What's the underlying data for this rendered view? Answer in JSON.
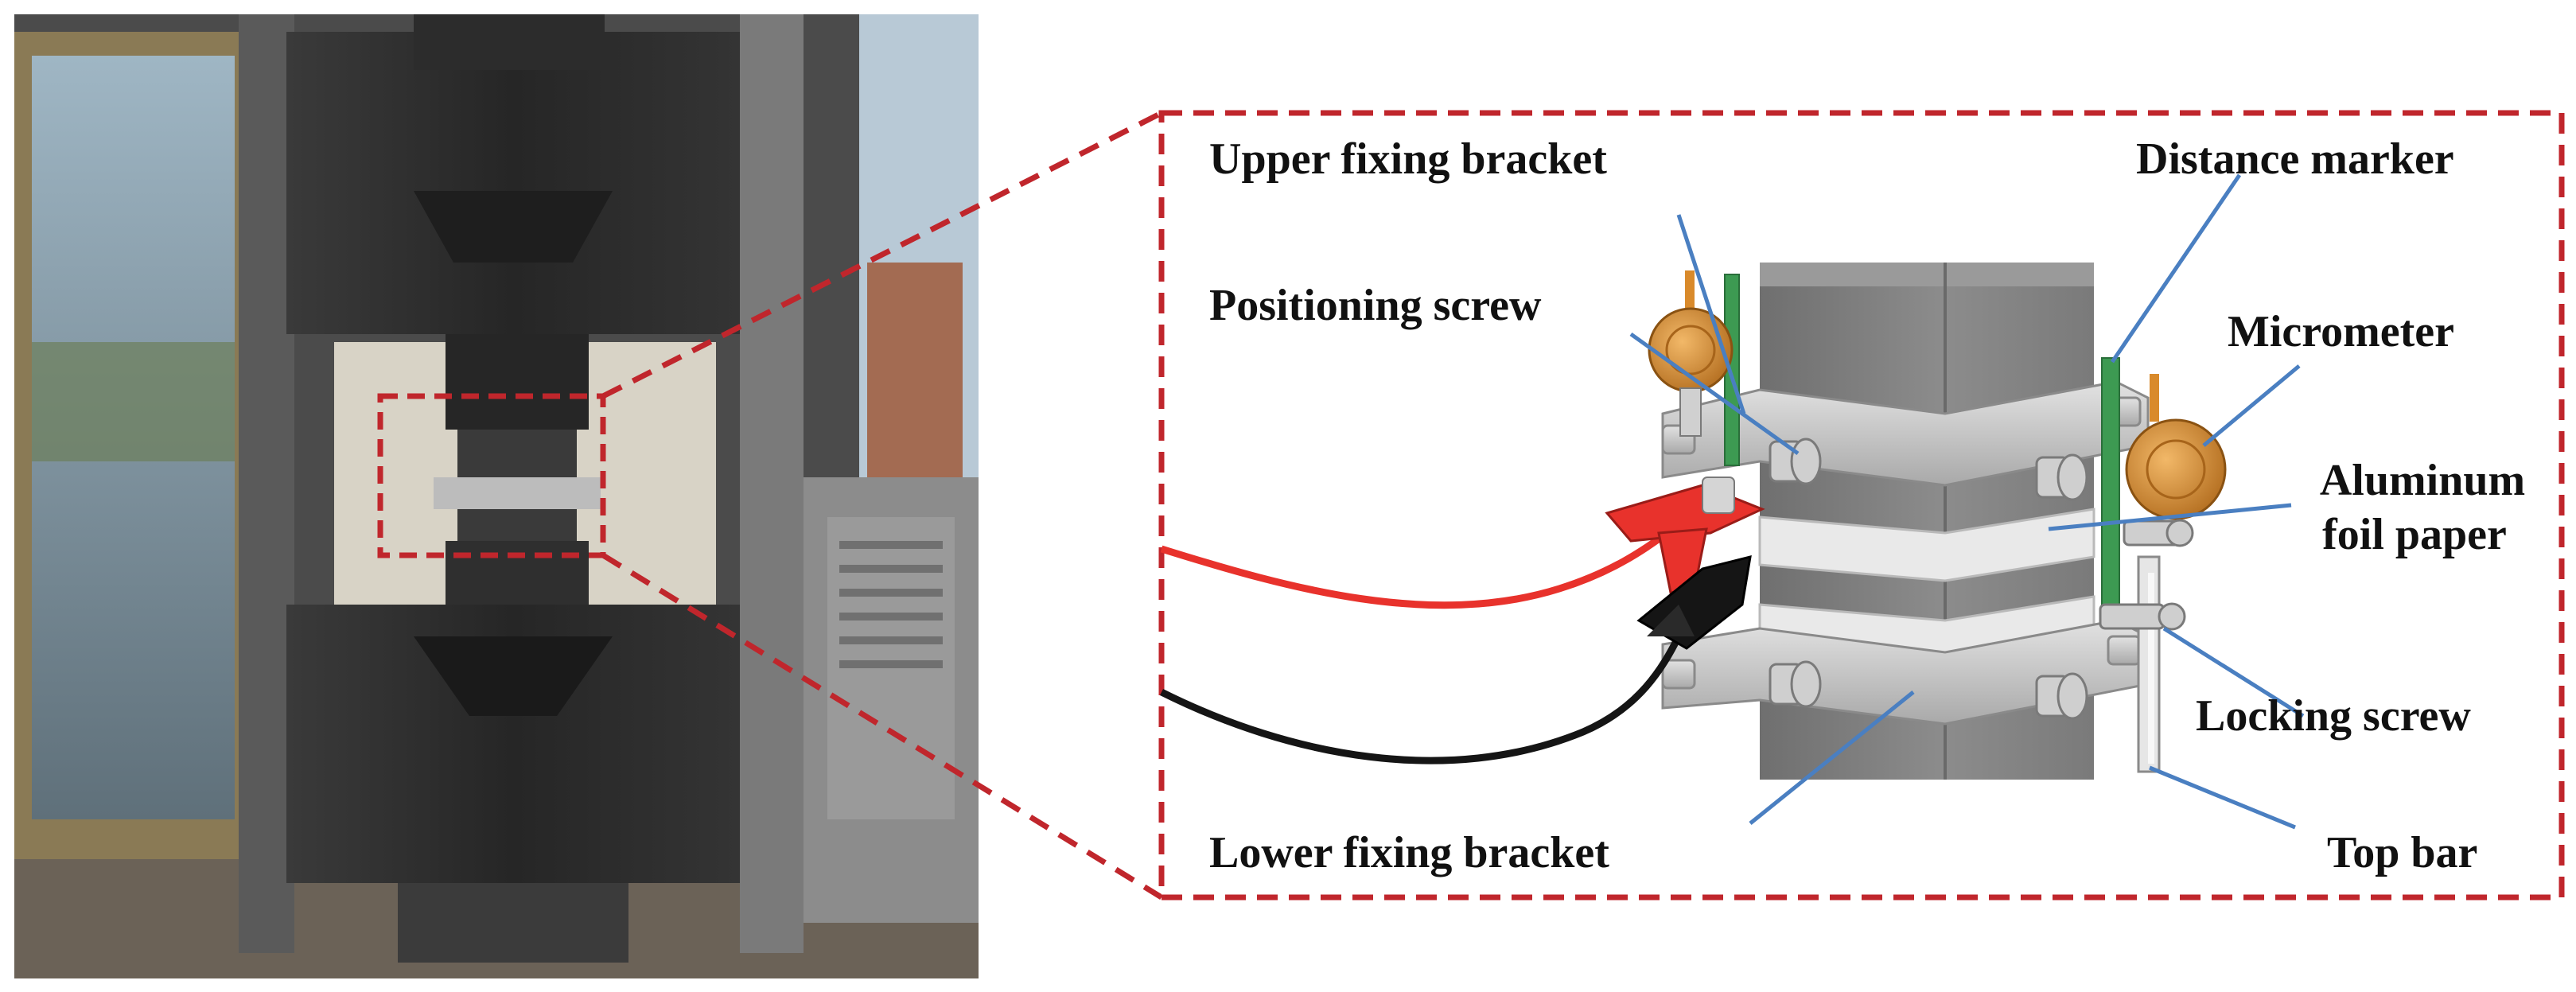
{
  "labels": {
    "upper_fixing_bracket": "Upper fixing bracket",
    "distance_marker": "Distance marker",
    "positioning_screw": "Positioning screw",
    "micrometer": "Micrometer",
    "aluminum_foil_line1": "Aluminum",
    "aluminum_foil_line2": "foil paper",
    "locking_screw": "Locking screw",
    "lower_fixing_bracket": "Lower fixing bracket",
    "top_bar": "Top bar"
  },
  "colors": {
    "zoom_frame": "#c0262c",
    "leader_line": "#4a7fc1",
    "red_wire": "#e8322c",
    "black_wire": "#151515",
    "specimen_gray": "#808080",
    "bracket_gray": "#c8c8c8",
    "micrometer_orange": "#d98a2b",
    "marker_green": "#3d9a52"
  }
}
